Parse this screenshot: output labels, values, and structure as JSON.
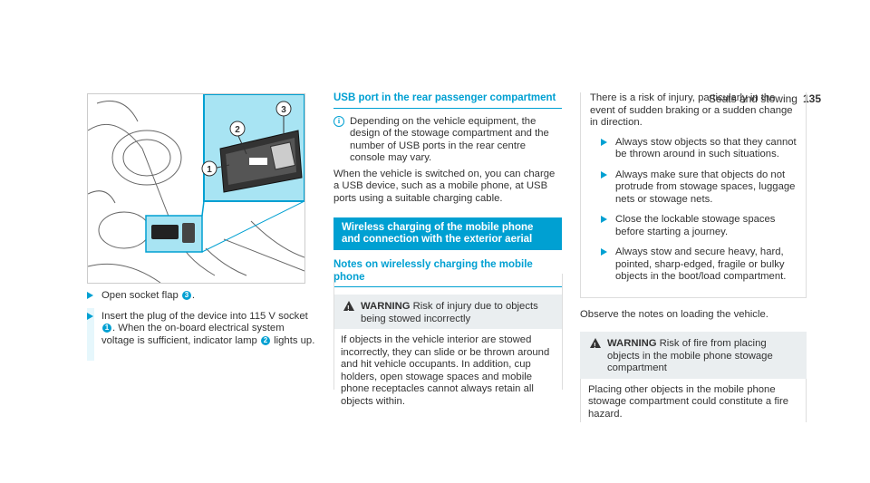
{
  "header": {
    "section": "Seats and stowing",
    "page_number": "135"
  },
  "illustration": {
    "callouts": [
      "1",
      "2",
      "3"
    ]
  },
  "left": {
    "step1": {
      "pre": "Open socket flap ",
      "badge": "3",
      "post": "."
    },
    "step2": {
      "pre": "Insert the plug of the device into 115 V socket ",
      "badge1": "1",
      "mid": ". When the on-board electrical system voltage is sufficient, indicator lamp ",
      "badge2": "2",
      "post": " lights up."
    }
  },
  "middle": {
    "usb_title": "USB port in the rear passenger compartment",
    "info_text": "Depending on the vehicle equipment, the design of the stowage compartment and the number of USB ports in the rear centre console may vary.",
    "charge_text": "When the vehicle is switched on, you can charge a USB device, such as a mobile phone, at USB ports using a suitable charging cable.",
    "banner": "Wireless charging of the mobile phone and connection with the exterior aerial",
    "notes_title": "Notes on wirelessly charging the mobile phone",
    "warning1": {
      "label": "WARNING",
      "head": "Risk of injury due to objects being stowed incorrectly",
      "body": "If objects in the vehicle interior are stowed incorrectly, they can slide or be thrown around and hit vehicle occupants. In addition, cup holders, open stowage spaces and mobile phone receptacles cannot always retain all objects within."
    }
  },
  "right": {
    "cont_text": "There is a risk of injury, particularly in the event of sudden braking or a sudden change in direction.",
    "steps": [
      "Always stow objects so that they cannot be thrown around in such situations.",
      "Always make sure that objects do not protrude from stowage spaces, luggage nets or stowage nets.",
      "Close the lockable stowage spaces before starting a journey.",
      "Always stow and secure heavy, hard, pointed, sharp-edged, fragile or bulky objects in the boot/load compartment."
    ],
    "observe": "Observe the notes on loading the vehicle.",
    "warning2": {
      "label": "WARNING",
      "head": "Risk of fire from placing objects in the mobile phone stowage compartment",
      "body": "Placing other objects in the mobile phone stowage compartment could constitute a fire hazard."
    }
  },
  "colors": {
    "accent": "#00a0d2",
    "warning_bg": "#eaeef0",
    "inset_bg": "#a8e4f3"
  }
}
